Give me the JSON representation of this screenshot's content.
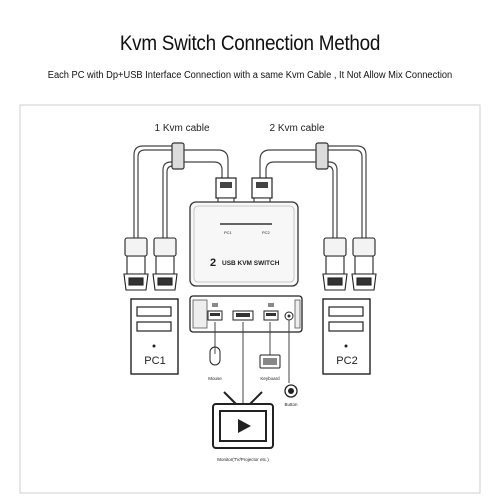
{
  "title": "Kvm Switch Connection Method",
  "subtitle": "Each PC with Dp+USB Interface Connection with a same Kvm Cable , It Not Allow Mix Connection",
  "cables": {
    "cable1_label": "1 Kvm cable",
    "cable2_label": "2 Kvm cable"
  },
  "switch": {
    "number": "2",
    "name": "USB KVM SWITCH",
    "port1_label": "PC1",
    "port2_label": "PC2"
  },
  "computers": {
    "pc1_label": "PC1",
    "pc2_label": "PC2"
  },
  "peripherals": {
    "mouse_label": "Mouse",
    "keyboard_label": "Keyboard",
    "button_label": "Button",
    "monitor_label": "Monitor(TV/Projector etc.)"
  },
  "colors": {
    "line": "#3a3a3a",
    "body_fill": "#f4f4f4",
    "dark": "#222222"
  }
}
